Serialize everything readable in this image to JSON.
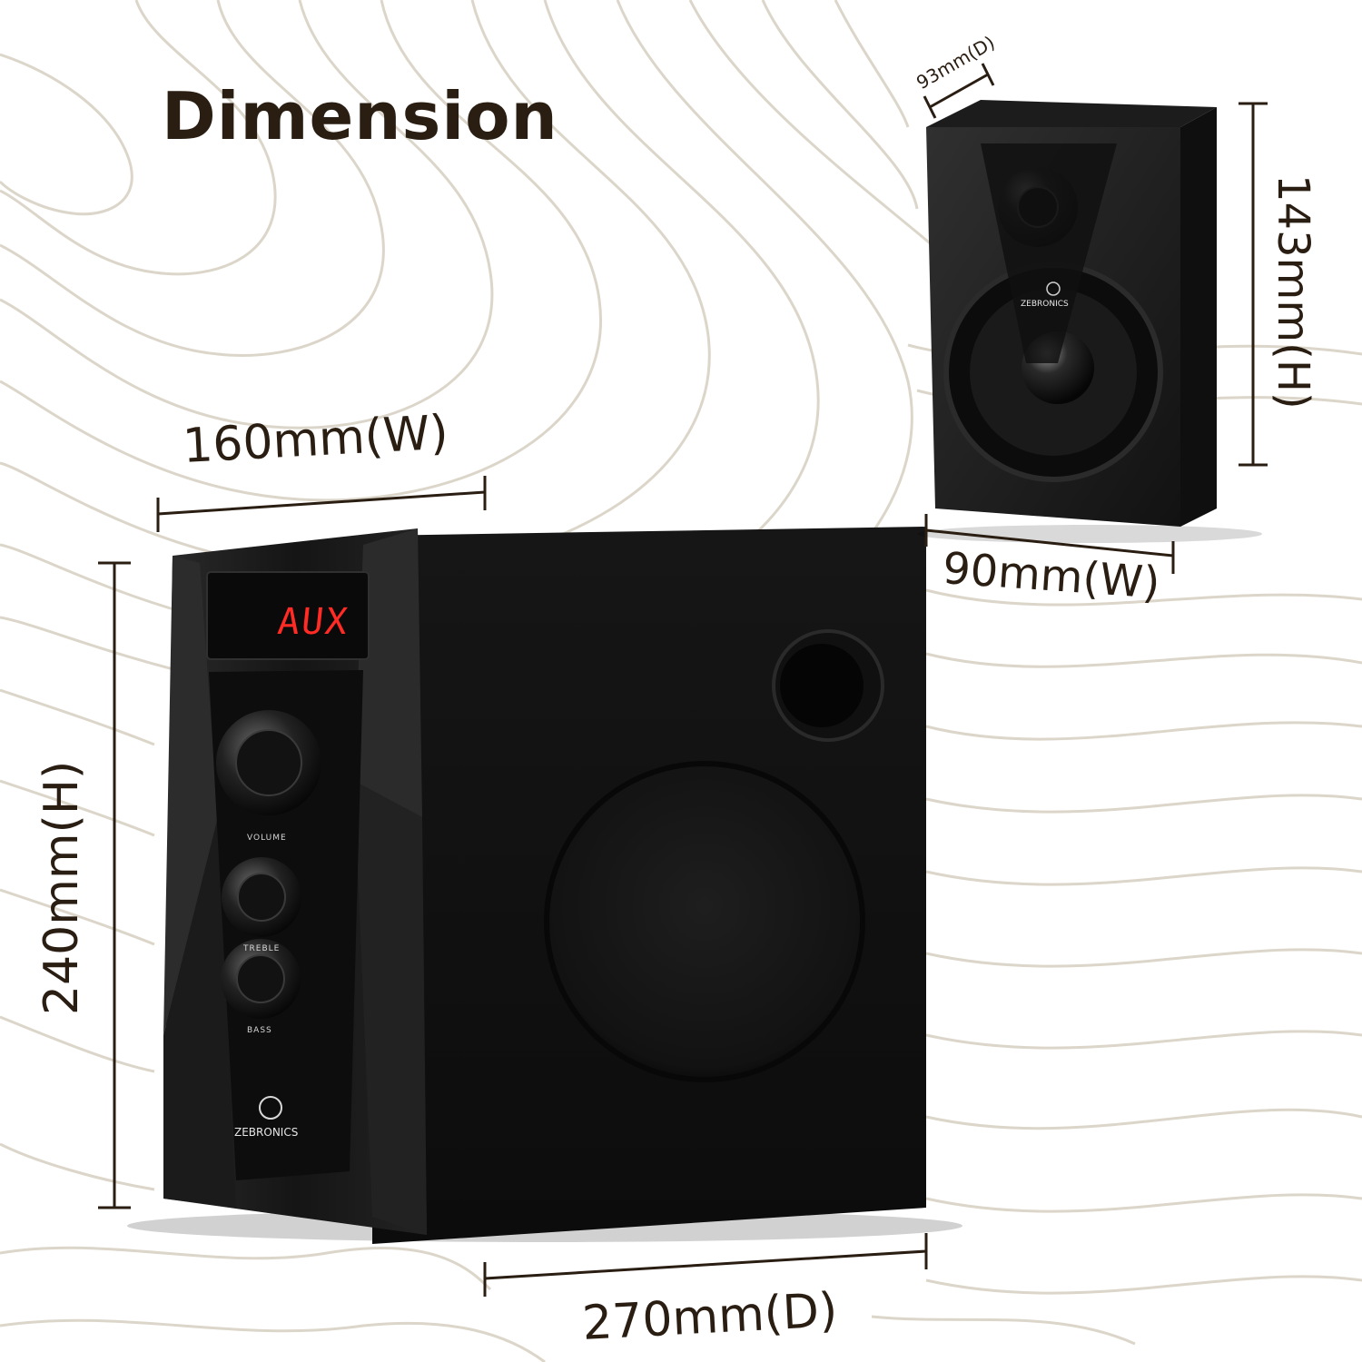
{
  "heading": "Dimension",
  "subwoofer": {
    "width": "160mm(W)",
    "height": "240mm(H)",
    "depth": "270mm(D)",
    "display_text": "AUX",
    "knobs": [
      "VOLUME",
      "TREBLE",
      "BASS"
    ],
    "brand": "ZEBRONICS"
  },
  "satellite": {
    "width": "90mm(W)",
    "height": "143mm(H)",
    "depth": "93mm(D)",
    "brand": "ZEBRONICS"
  },
  "colors": {
    "text": "#2a1d12",
    "speaker_body": "#111111",
    "display_led": "#ff2b24",
    "background_swirl": "#d8d2c4"
  }
}
